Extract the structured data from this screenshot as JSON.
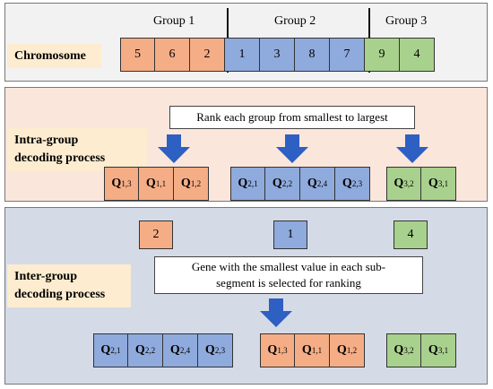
{
  "chromosome": {
    "label": "Chromosome",
    "groups": [
      {
        "label": "Group 1",
        "genes": [
          "5",
          "6",
          "2"
        ],
        "color": "#f5ad86"
      },
      {
        "label": "Group 2",
        "genes": [
          "1",
          "3",
          "8",
          "7"
        ],
        "color": "#8faadc"
      },
      {
        "label": "Group 3",
        "genes": [
          "9",
          "4"
        ],
        "color": "#a9d18e"
      }
    ]
  },
  "intra": {
    "label_line1": "Intra-group",
    "label_line2": "decoding process",
    "instruction": "Rank each group from smallest to largest",
    "groups": [
      {
        "color": "#f5ad86",
        "items": [
          {
            "main": "Q",
            "sub": "1,3"
          },
          {
            "main": "Q",
            "sub": "1,1"
          },
          {
            "main": "Q",
            "sub": "1,2"
          }
        ]
      },
      {
        "color": "#8faadc",
        "items": [
          {
            "main": "Q",
            "sub": "2,1"
          },
          {
            "main": "Q",
            "sub": "2,2"
          },
          {
            "main": "Q",
            "sub": "2,4"
          },
          {
            "main": "Q",
            "sub": "2,3"
          }
        ]
      },
      {
        "color": "#a9d18e",
        "items": [
          {
            "main": "Q",
            "sub": "3,2"
          },
          {
            "main": "Q",
            "sub": "3,1"
          }
        ]
      }
    ]
  },
  "inter": {
    "label_line1": "Inter-group",
    "label_line2": "decoding process",
    "min_values": [
      {
        "value": "2",
        "color": "#f5ad86"
      },
      {
        "value": "1",
        "color": "#8faadc"
      },
      {
        "value": "4",
        "color": "#a9d18e"
      }
    ],
    "instruction_line1": "Gene with the smallest value in each sub-",
    "instruction_line2": "segment is selected for ranking",
    "groups": [
      {
        "color": "#8faadc",
        "items": [
          {
            "main": "Q",
            "sub": "2,1"
          },
          {
            "main": "Q",
            "sub": "2,2"
          },
          {
            "main": "Q",
            "sub": "2,4"
          },
          {
            "main": "Q",
            "sub": "2,3"
          }
        ]
      },
      {
        "color": "#f5ad86",
        "items": [
          {
            "main": "Q",
            "sub": "1,3"
          },
          {
            "main": "Q",
            "sub": "1,1"
          },
          {
            "main": "Q",
            "sub": "1,2"
          }
        ]
      },
      {
        "color": "#a9d18e",
        "items": [
          {
            "main": "Q",
            "sub": "3,2"
          },
          {
            "main": "Q",
            "sub": "3,1"
          }
        ]
      }
    ]
  },
  "arrow_color": "#2e5fc2"
}
